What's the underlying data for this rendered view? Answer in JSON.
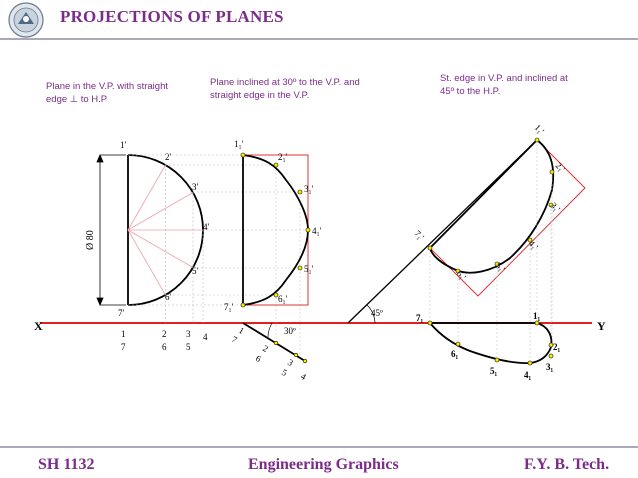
{
  "header": {
    "title": "PROJECTIONS OF PLANES"
  },
  "captions": {
    "c1_line1": "Plane in the V.P. with straight",
    "c1_line2": "edge ⊥ to H.P",
    "c2_line1": "Plane inclined at 30º to the V.P. and",
    "c2_line2": "straight edge in the V.P.",
    "c3_line1": "St. edge in V.P. and inclined at",
    "c3_line2": "45º to the H.P."
  },
  "labels": {
    "x": "X",
    "y": "Y",
    "diameter": "Ø 80",
    "angle30": "30º",
    "angle45": "45º",
    "p1": "1'",
    "p2": "2'",
    "p3": "3'",
    "p4": "4'",
    "p5": "5'",
    "p6": "6'",
    "p7": "7'",
    "t1": "1",
    "t2": "2",
    "t3": "3",
    "t4": "4",
    "t5": "5",
    "t6": "6",
    "t7": "7",
    "q1": "1",
    "q2": "2",
    "q3": "3",
    "q4": "4",
    "q5": "5",
    "q6": "6",
    "q7": "7",
    "f1": "1₁'",
    "f2": "2₁'",
    "f3": "3₁'",
    "f4": "4₁'",
    "f5": "5₁'",
    "f6": "6₁'",
    "f7": "7₁'",
    "g1": "1₁'",
    "g2": "2₁'",
    "g3": "3₁'",
    "g4": "4₁'",
    "g5": "5₁'",
    "g6": "6₁'",
    "g7": "7₁'",
    "h1": "1₁",
    "h2": "2₁",
    "h3": "3₁",
    "h4": "4₁",
    "h5": "5₁",
    "h6": "6₁",
    "h7": "7₁"
  },
  "footer": {
    "left": "SH 1132",
    "center": "Engineering Graphics",
    "right": "F.Y.  B. Tech."
  },
  "colors": {
    "accent": "#7b2c8a",
    "line_red": "#e02020",
    "rule": "#a8a8b8"
  }
}
